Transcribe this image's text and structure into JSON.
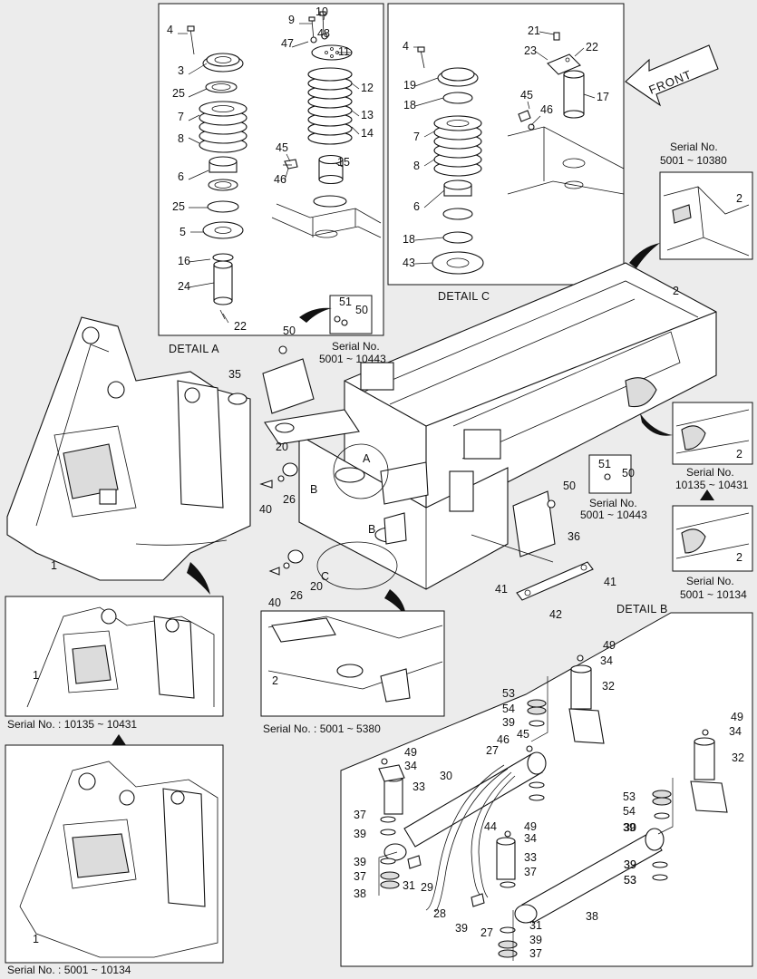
{
  "labels": {
    "detail_a": "DETAIL A",
    "detail_b": "DETAIL B",
    "detail_c": "DETAIL C",
    "front": "FRONT",
    "serial_5001_10380": [
      "Serial No.",
      "5001 ~ 10380"
    ],
    "serial_5001_10443_top": [
      "Serial No.",
      "5001 ~ 10443"
    ],
    "serial_5001_10443_mid": [
      "Serial No.",
      "5001 ~ 10443"
    ],
    "serial_10135_10431_right": [
      "Serial No.",
      "10135 ~ 10431"
    ],
    "serial_5001_10134_right": [
      "Serial No.",
      "5001 ~ 10134"
    ],
    "serial_10135_10431_left": "Serial No. : 10135 ~ 10431",
    "serial_5001_10134_left": "Serial No. : 5001 ~ 10134",
    "serial_5001_5380": "Serial No. : 5001 ~ 5380",
    "marker_a": "A",
    "marker_b": "B",
    "marker_c": "C"
  },
  "callouts": {
    "detail_a": [
      "4",
      "3",
      "25",
      "7",
      "8",
      "6",
      "25",
      "5",
      "16",
      "24",
      "22",
      "9",
      "10",
      "47",
      "48",
      "11",
      "12",
      "13",
      "14",
      "45",
      "46",
      "15"
    ],
    "detail_c": [
      "4",
      "19",
      "18",
      "7",
      "8",
      "6",
      "18",
      "43",
      "21",
      "23",
      "22",
      "17",
      "45",
      "46"
    ],
    "main": [
      "2",
      "2",
      "2",
      "2",
      "50",
      "51",
      "50",
      "35",
      "20",
      "26",
      "40",
      "1",
      "20",
      "26",
      "40",
      "36",
      "50",
      "51",
      "50",
      "41",
      "41",
      "42",
      "1",
      "2",
      "1"
    ],
    "detail_b": [
      "49",
      "34",
      "32",
      "53",
      "54",
      "39",
      "46",
      "45",
      "27",
      "30",
      "33",
      "49",
      "34",
      "37",
      "39",
      "39",
      "37",
      "38",
      "31",
      "29",
      "28",
      "44",
      "49",
      "34",
      "33",
      "37",
      "39",
      "27",
      "31",
      "39",
      "37",
      "38",
      "30",
      "39",
      "53",
      "49",
      "34",
      "32",
      "53",
      "54",
      "39",
      "39",
      "53"
    ]
  }
}
